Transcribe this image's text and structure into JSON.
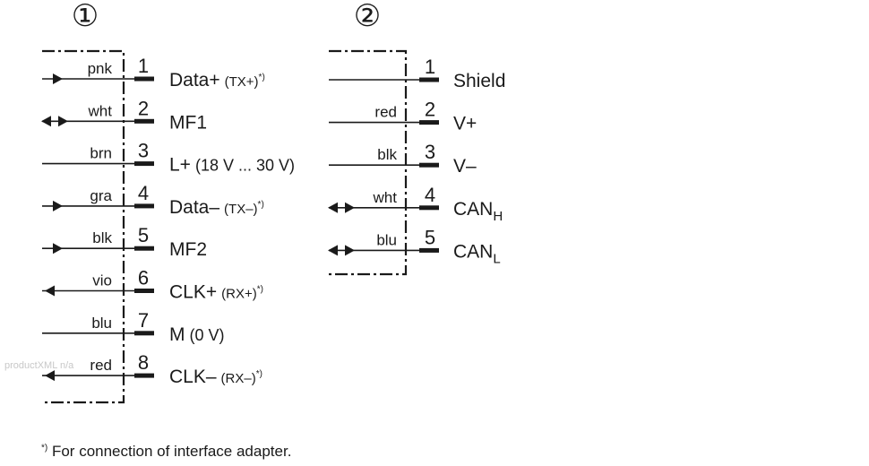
{
  "connector1": {
    "marker": "①",
    "pins": [
      {
        "num": "1",
        "wire": "pnk",
        "label": "Data+",
        "note": "(TX+)",
        "fn": "*)",
        "dir": "in"
      },
      {
        "num": "2",
        "wire": "wht",
        "label": "MF1",
        "note": "",
        "fn": "",
        "dir": "both"
      },
      {
        "num": "3",
        "wire": "brn",
        "label": "L+",
        "note": "(18 V ... 30 V)",
        "fn": "",
        "dir": "none"
      },
      {
        "num": "4",
        "wire": "gra",
        "label": "Data–",
        "note": "(TX–)",
        "fn": "*)",
        "dir": "in"
      },
      {
        "num": "5",
        "wire": "blk",
        "label": "MF2",
        "note": "",
        "fn": "",
        "dir": "in"
      },
      {
        "num": "6",
        "wire": "vio",
        "label": "CLK+",
        "note": "(RX+)",
        "fn": "*)",
        "dir": "out"
      },
      {
        "num": "7",
        "wire": "blu",
        "label": "M",
        "note": "(0 V)",
        "fn": "",
        "dir": "none"
      },
      {
        "num": "8",
        "wire": "red",
        "label": "CLK–",
        "note": "(RX–)",
        "fn": "*)",
        "dir": "out"
      }
    ]
  },
  "connector2": {
    "marker": "②",
    "pins": [
      {
        "num": "1",
        "wire": "",
        "label": "Shield",
        "sub": "",
        "dir": "none"
      },
      {
        "num": "2",
        "wire": "red",
        "label": "V+",
        "sub": "",
        "dir": "none"
      },
      {
        "num": "3",
        "wire": "blk",
        "label": "V–",
        "sub": "",
        "dir": "none"
      },
      {
        "num": "4",
        "wire": "wht",
        "label": "CAN",
        "sub": "H",
        "dir": "both"
      },
      {
        "num": "5",
        "wire": "blu",
        "label": "CAN",
        "sub": "L",
        "dir": "both"
      }
    ]
  },
  "footnote": {
    "mark": "*)",
    "text": "For connection of interface adapter."
  },
  "watermark": "productXML n/a"
}
